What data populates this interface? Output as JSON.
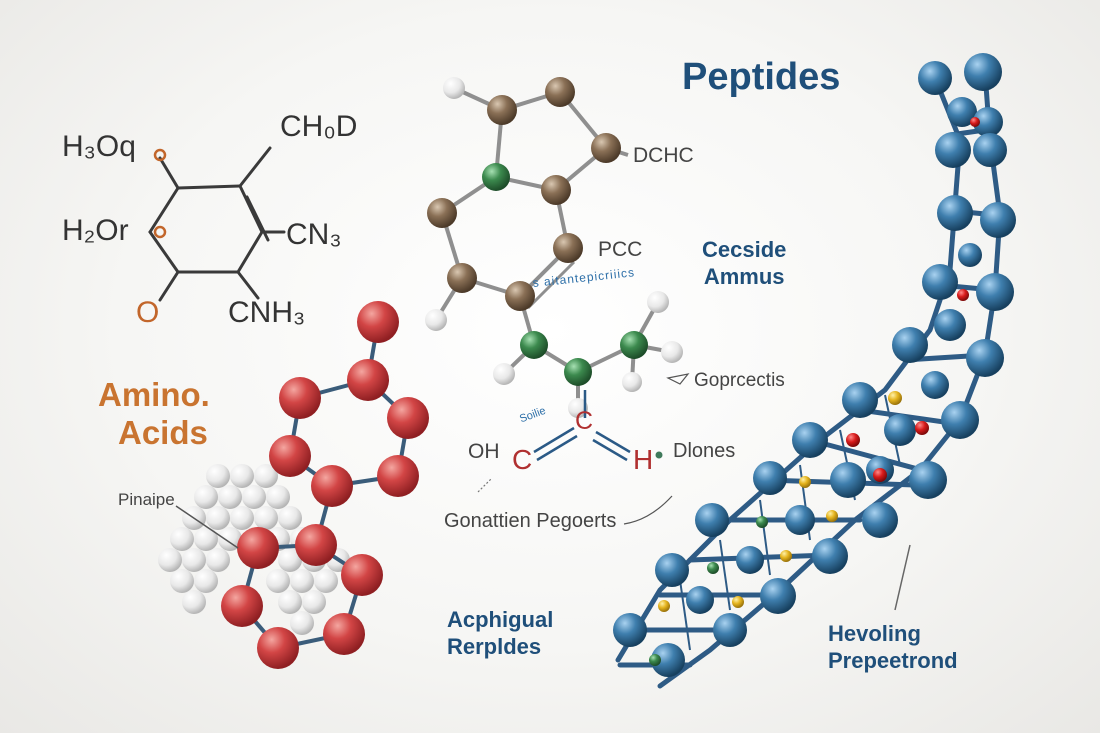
{
  "title": "Peptides",
  "formulas": {
    "h3oq": "H₃Oq",
    "ch0d": "CH₀D",
    "h2or": "H₂Or",
    "cn3": "CN₃",
    "cnh3": "CNH₃",
    "o": "O"
  },
  "labels": {
    "amino_line1": "Amino.",
    "amino_line2": "Acids",
    "pinaipe": "Pinaipe",
    "dchc": "DCHC",
    "pcc": "PCC",
    "cecside_line1": "Cecside",
    "cecside_line2": "Ammus",
    "gopr": "Goprcectis",
    "oh": "OH",
    "c_left": "C",
    "c_top": "C",
    "h": "H",
    "dlones": "Dlones",
    "gonatt": "Gonattien Pegoerts",
    "acph_line1": "Acphigual",
    "acph_line2": "Rerpldes",
    "hevol_line1": "Hevoling",
    "hevol_line2": "Prepeetrond",
    "arc_text": "s aitantepicriiics",
    "bond_text": "Soilie"
  },
  "colors": {
    "navy": "#1f4f7a",
    "orange": "#c97430",
    "red_atom": "#c23a3a",
    "blue_atom": "#3f7fae",
    "brown_atom": "#8a7056",
    "green_atom": "#3c8a4e",
    "white_atom": "#ececec"
  }
}
